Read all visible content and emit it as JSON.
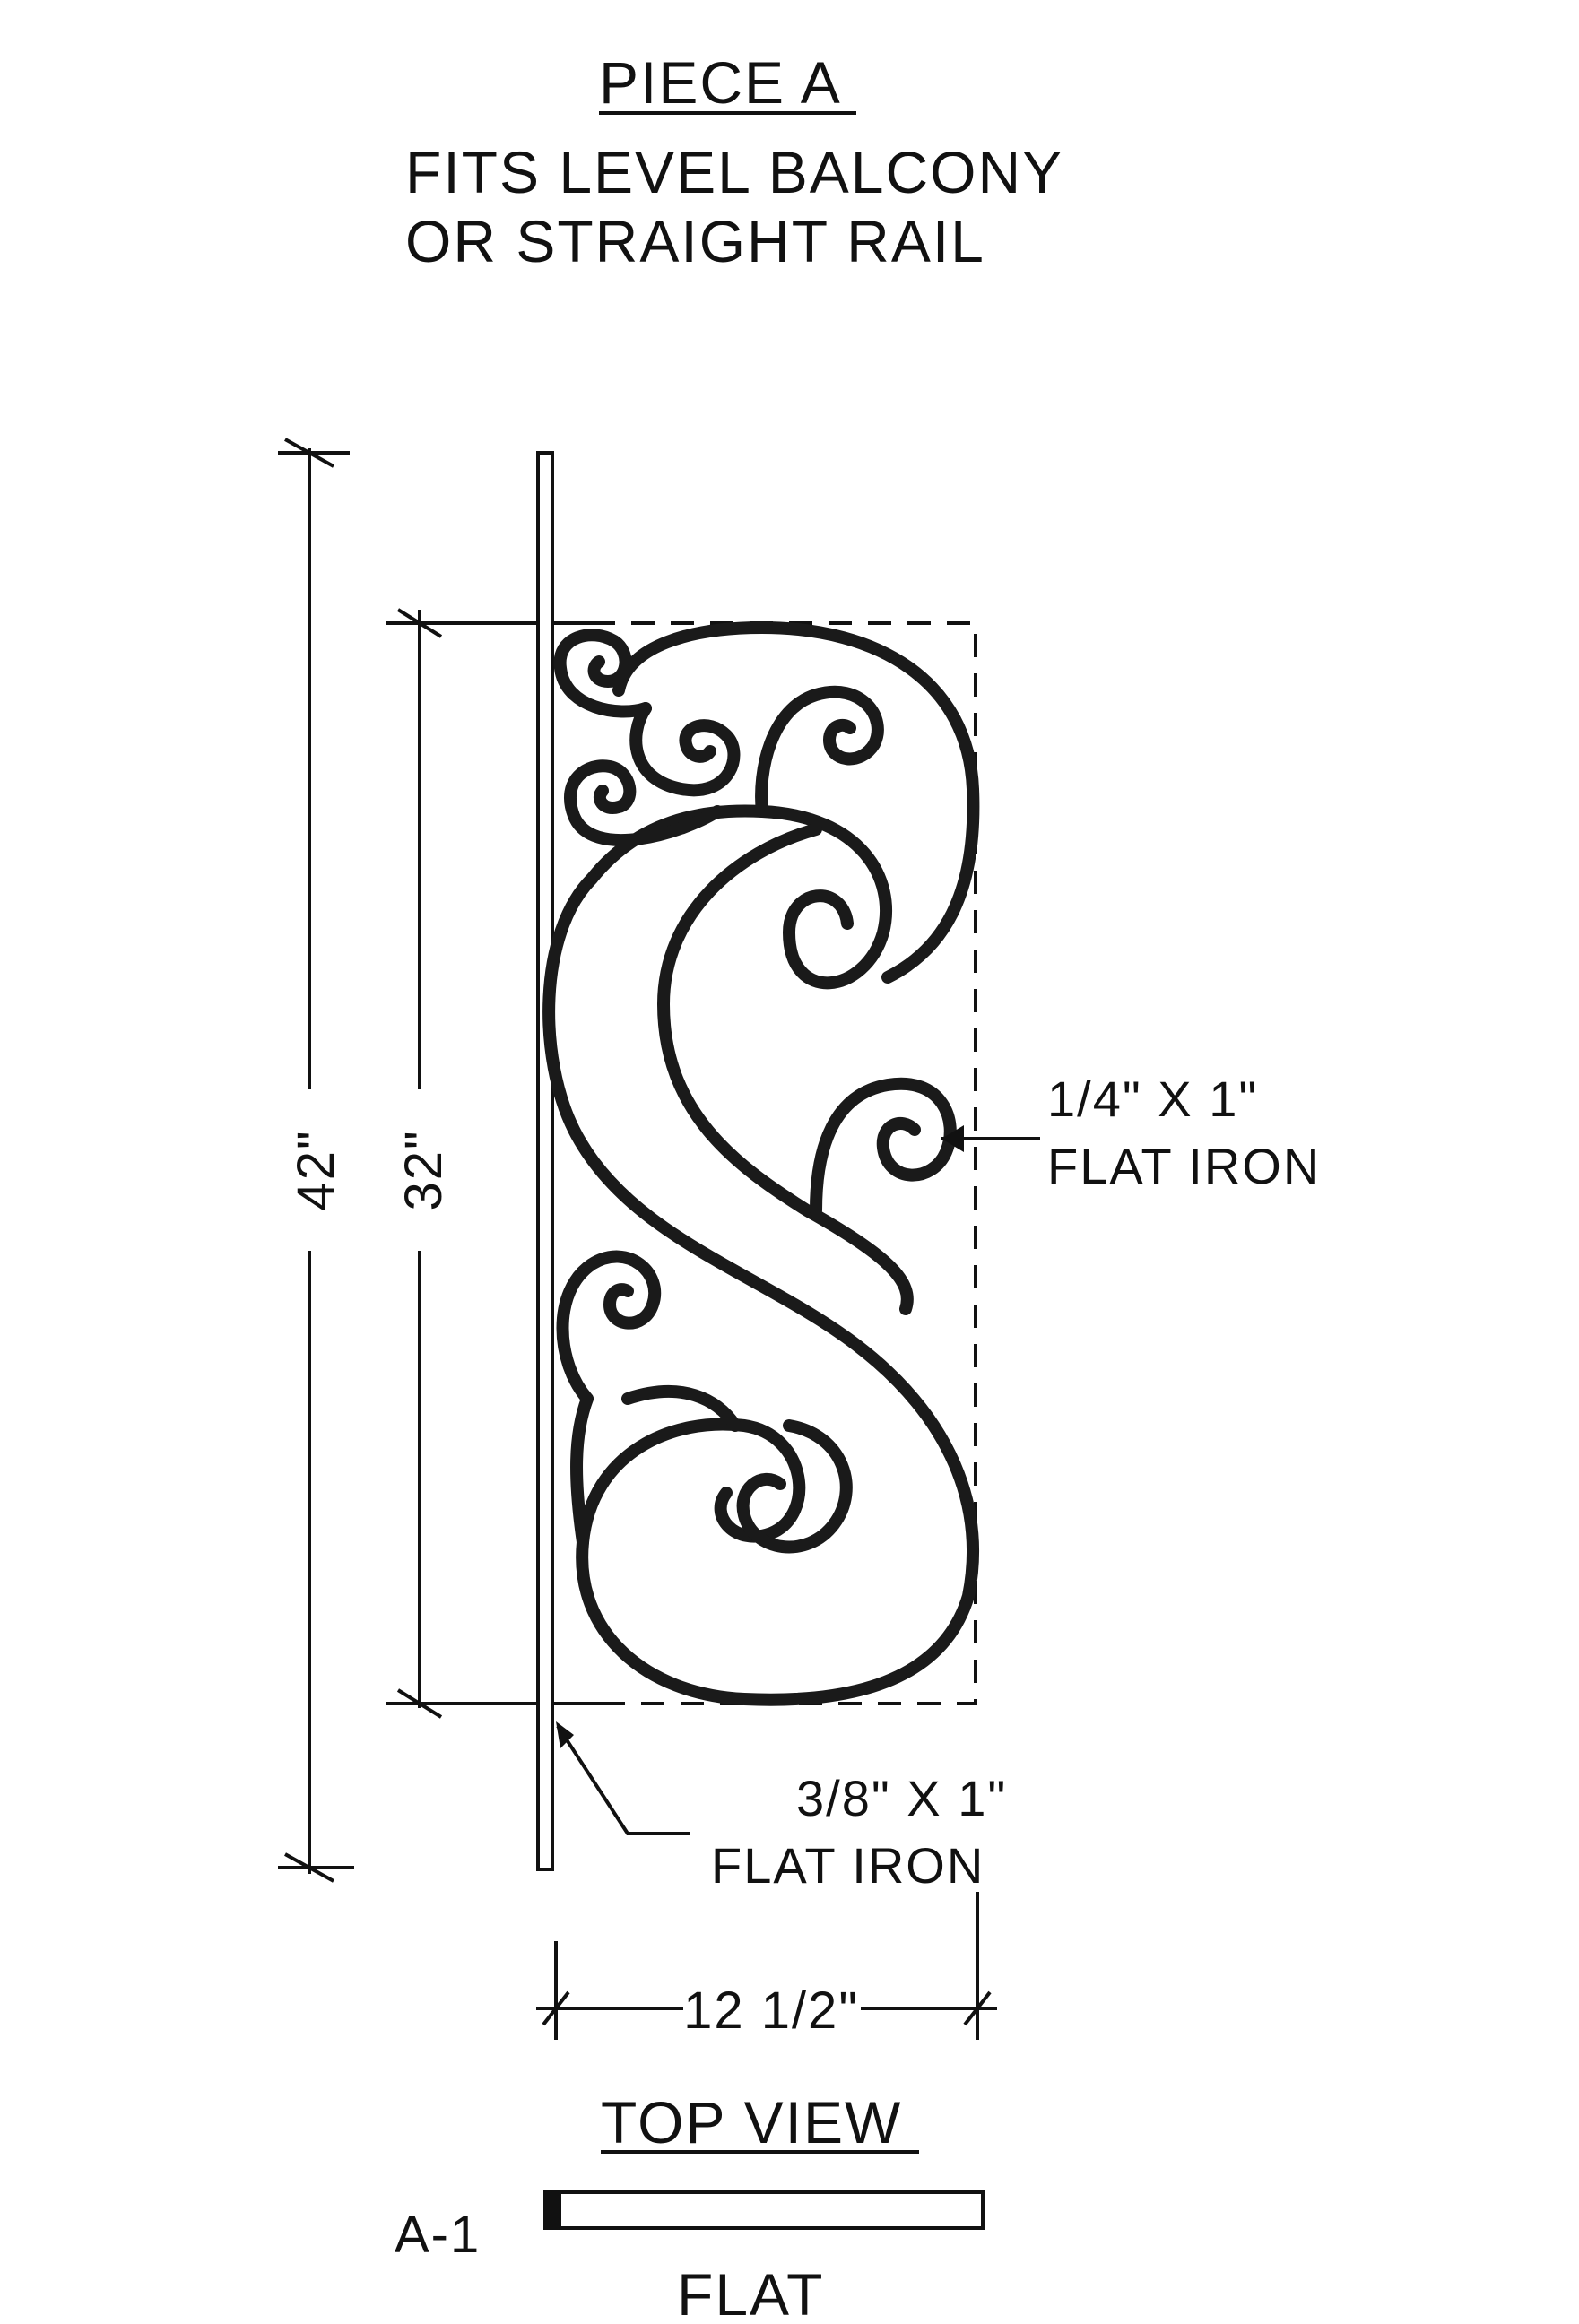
{
  "drawing": {
    "title": "PIECE A",
    "subtitle_line1": "FITS LEVEL BALCONY",
    "subtitle_line2": "OR STRAIGHT RAIL",
    "dim_overall_height": "42\"",
    "dim_panel_height": "32\"",
    "dim_width": "12 1/2\"",
    "callout_scroll_size": "1/4\" X 1\"",
    "callout_scroll_material": "FLAT IRON",
    "callout_post_size": "3/8\" X 1\"",
    "callout_post_material": "FLAT IRON",
    "top_view_title": "TOP VIEW",
    "top_view_ref": "A-1",
    "top_view_label": "FLAT"
  },
  "colors": {
    "ink": "#111111",
    "paper": "#ffffff"
  }
}
